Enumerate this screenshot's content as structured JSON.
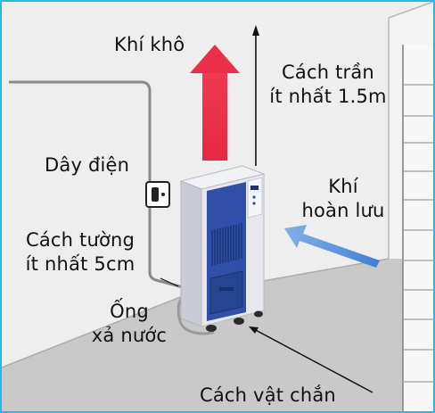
{
  "labels": {
    "dry_air": "Khí khô",
    "ceiling": [
      "Cách trần",
      "ít nhất 1.5m"
    ],
    "power_cord": "Dây điện",
    "return_air": [
      "Khí",
      "hoàn lưu"
    ],
    "wall_distance": [
      "Cách tường",
      "ít nhất 5cm"
    ],
    "drain_pipe": [
      "Ống",
      "xả nước"
    ],
    "obstacle": "Cách vật chắn"
  },
  "colors": {
    "dry_air_arrow": "#e51e3a",
    "return_air_arrow": "#4a86d6",
    "unit_front": "#2f4fa8",
    "unit_body": "#e3e6ec",
    "room_wall": "#eeeeee",
    "floor": "#c9c9c9",
    "frame": "#29b6e8"
  },
  "icons": [
    "power-socket-icon",
    "dehumidifier-unit"
  ]
}
